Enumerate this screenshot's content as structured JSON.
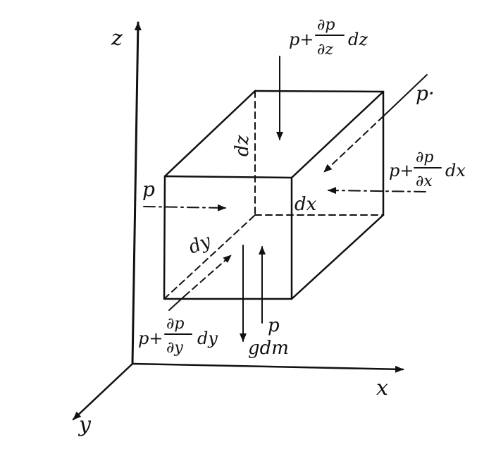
{
  "axes": {
    "x": "x",
    "y": "y",
    "z": "z"
  },
  "edges": {
    "dx": "dx",
    "dy": "dy",
    "dz": "dz"
  },
  "forces": {
    "left": "p",
    "right_pre": "p+",
    "right_num": "∂p",
    "right_den": "∂x",
    "right_post": "dx",
    "top_pre": "p+",
    "top_num": "∂p",
    "top_den": "∂z",
    "top_post": "dz",
    "front_pre": "p+",
    "front_num": "∂p",
    "front_den": "∂y",
    "front_post": "dy",
    "back": "p·",
    "bottom": "p",
    "gravity": "gdm"
  }
}
